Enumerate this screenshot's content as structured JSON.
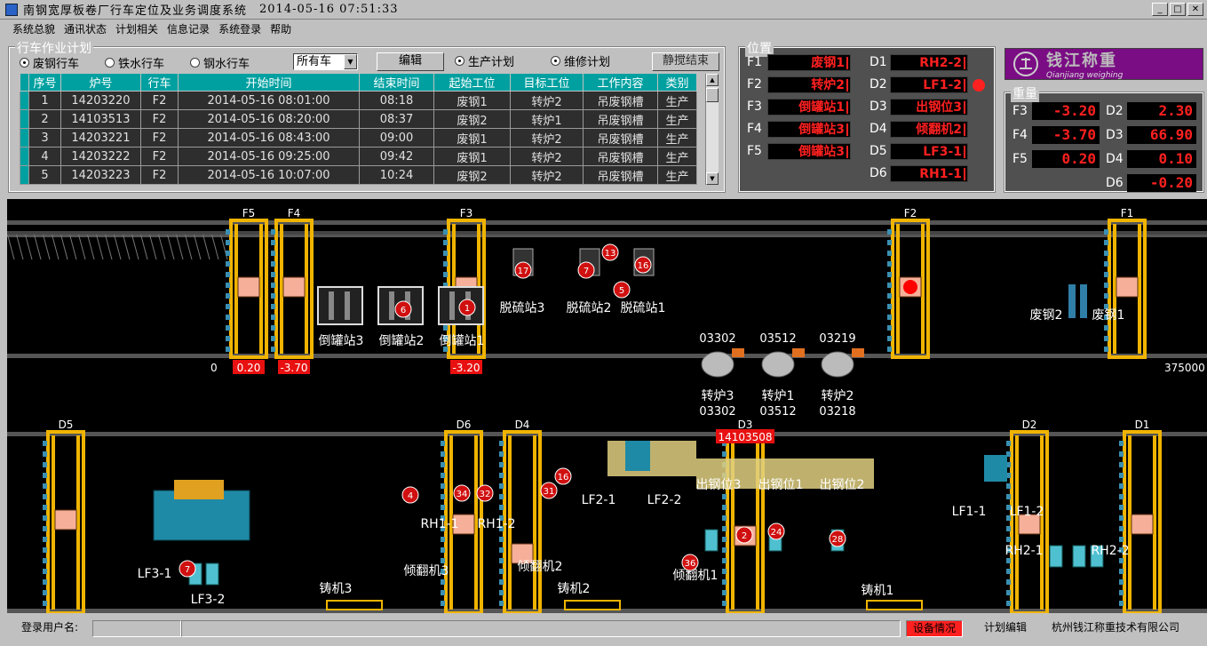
{
  "window": {
    "title": "南钢宽厚板卷厂行车定位及业务调度系统",
    "datetime": "2014-05-16 07:51:33",
    "min": "_",
    "max": "□",
    "close": "✕"
  },
  "menu": [
    "系统总貌",
    "通讯状态",
    "计划相关",
    "信息记录",
    "系统登录",
    "帮助"
  ],
  "plan": {
    "title": "行车作业计划",
    "crane_types": [
      "废钢行车",
      "铁水行车",
      "钢水行车"
    ],
    "filter_value": "所有车",
    "edit_label": "编辑",
    "plan_types": [
      "生产计划",
      "维修计划"
    ],
    "static_label": "静搅结束",
    "columns": [
      "序号",
      "炉号",
      "行车",
      "开始时间",
      "结束时间",
      "起始工位",
      "目标工位",
      "工作内容",
      "类别"
    ],
    "rows": [
      [
        "1",
        "14203220",
        "F2",
        "2014-05-16  08:01:00",
        "08:18",
        "废钢1",
        "转炉2",
        "吊废钢槽",
        "生产"
      ],
      [
        "2",
        "14103513",
        "F2",
        "2014-05-16  08:20:00",
        "08:37",
        "废钢2",
        "转炉1",
        "吊废钢槽",
        "生产"
      ],
      [
        "3",
        "14203221",
        "F2",
        "2014-05-16  08:43:00",
        "09:00",
        "废钢1",
        "转炉2",
        "吊废钢槽",
        "生产"
      ],
      [
        "4",
        "14203222",
        "F2",
        "2014-05-16  09:25:00",
        "09:42",
        "废钢1",
        "转炉2",
        "吊废钢槽",
        "生产"
      ],
      [
        "5",
        "14203223",
        "F2",
        "2014-05-16  10:07:00",
        "10:24",
        "废钢2",
        "转炉2",
        "吊废钢槽",
        "生产"
      ]
    ]
  },
  "position": {
    "title": "位置",
    "left": [
      [
        "F1",
        "废钢1"
      ],
      [
        "F2",
        "转炉2"
      ],
      [
        "F3",
        "倒罐站1"
      ],
      [
        "F4",
        "倒罐站3"
      ],
      [
        "F5",
        "倒罐站3"
      ]
    ],
    "right": [
      [
        "D1",
        "RH2-2"
      ],
      [
        "D2",
        "LF1-2"
      ],
      [
        "D3",
        "出钢位3"
      ],
      [
        "D4",
        "倾翻机2"
      ],
      [
        "D5",
        "LF3-1"
      ],
      [
        "D6",
        "RH1-1"
      ]
    ]
  },
  "logo": {
    "cn": "钱江称重",
    "en": "Qianjiang weighing"
  },
  "weight": {
    "title": "重量",
    "left": [
      [
        "F3",
        "-3.20"
      ],
      [
        "F4",
        "-3.70"
      ],
      [
        "F5",
        "0.20"
      ]
    ],
    "right": [
      [
        "D2",
        "2.30"
      ],
      [
        "D3",
        "66.90"
      ],
      [
        "D4",
        "0.10"
      ],
      [
        "D6",
        "-0.20"
      ]
    ]
  },
  "scene": {
    "upper_cranes": [
      "F5",
      "F4",
      "F3",
      "F2",
      "F1"
    ],
    "lower_cranes": [
      "D6",
      "D5",
      "D4",
      "D3",
      "D2",
      "D1"
    ],
    "rail_start": "0",
    "rail_end": "375000",
    "crane_weights": {
      "F5": "0.20",
      "F4": "-3.70",
      "F3": "-3.20",
      "D3": "14103508"
    },
    "stations_upper": [
      "倒罐站3",
      "倒罐站2",
      "倒罐站1",
      "脱硫站3",
      "脱硫站2",
      "脱硫站1",
      "废钢2",
      "废钢1"
    ],
    "converter_ids_top": [
      "03302",
      "03512",
      "03219"
    ],
    "converters": [
      "转炉3",
      "转炉1",
      "转炉2"
    ],
    "converter_ids_bottom": [
      "03302",
      "03512",
      "03218"
    ],
    "lower_labels": [
      "LF2-1",
      "LF2-2",
      "出钢位3",
      "出钢位1",
      "出钢位2",
      "LF1-1",
      "LF1-2",
      "RH1-1",
      "RH1-2",
      "LF3-1",
      "LF3-2",
      "倾翻机3",
      "倾翻机2",
      "倾翻机1",
      "铸机3",
      "铸机2",
      "铸机1",
      "RH2-1",
      "RH2-2"
    ],
    "markers_upper": [
      "17",
      "7",
      "13",
      "16",
      "5",
      "6",
      "1"
    ],
    "markers_lower": [
      "4",
      "34",
      "32",
      "31",
      "16",
      "2",
      "24",
      "28",
      "36",
      "7"
    ]
  },
  "status": {
    "login_label": "登录用户名:",
    "device_label": "设备情况",
    "plan_edit_label": "计划编辑",
    "company": "杭州钱江称重技术有限公司"
  },
  "colors": {
    "crane": "#f0b400",
    "panel": "#c0c0c0",
    "header": "#00a0a0",
    "value": "#ff2020",
    "marker": "#d01010"
  }
}
